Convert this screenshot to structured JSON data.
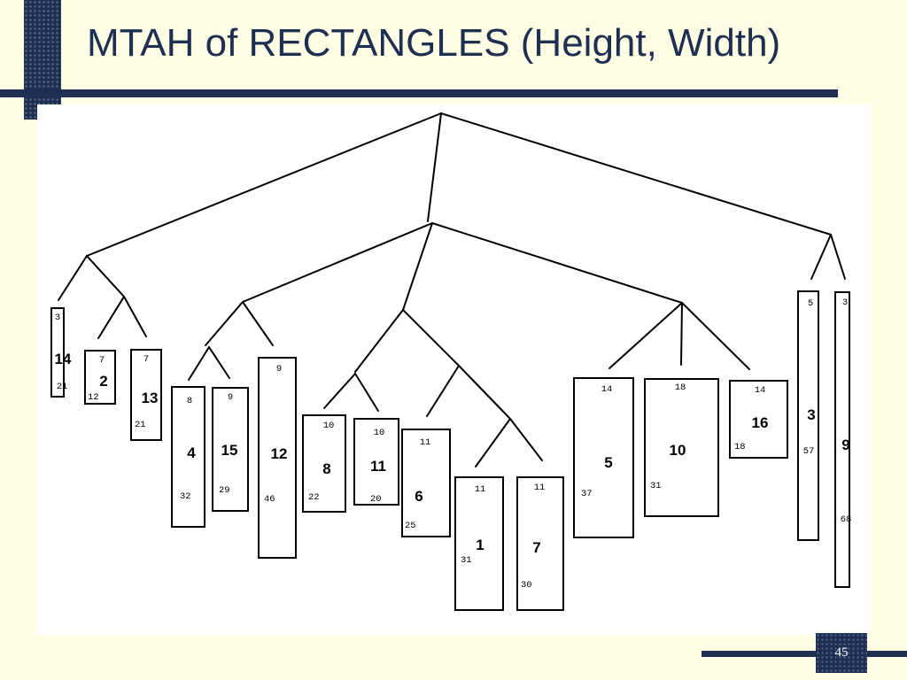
{
  "slide": {
    "title": "MTAH of RECTANGLES (Height, Width)",
    "page_number": "45",
    "colors": {
      "background": "#FFFFE5",
      "accent": "#1F2F52",
      "panel": "#FFFFFF"
    }
  },
  "rectangles": [
    {
      "id": "14",
      "height": "3",
      "width": "21"
    },
    {
      "id": "2",
      "height": "7",
      "width": "12"
    },
    {
      "id": "13",
      "height": "7",
      "width": "21"
    },
    {
      "id": "4",
      "height": "8",
      "width": "32"
    },
    {
      "id": "15",
      "height": "9",
      "width": "29"
    },
    {
      "id": "12",
      "height": "9",
      "width": "46"
    },
    {
      "id": "8",
      "height": "10",
      "width": "22"
    },
    {
      "id": "11",
      "height": "10",
      "width": "20"
    },
    {
      "id": "6",
      "height": "11",
      "width": "25"
    },
    {
      "id": "1",
      "height": "11",
      "width": "31"
    },
    {
      "id": "7",
      "height": "11",
      "width": "30"
    },
    {
      "id": "5",
      "height": "14",
      "width": "37"
    },
    {
      "id": "10",
      "height": "18",
      "width": "31"
    },
    {
      "id": "16",
      "height": "14",
      "width": "18"
    },
    {
      "id": "3",
      "height": "5",
      "width": "57"
    },
    {
      "id": "9",
      "height": "3",
      "width": "68"
    }
  ]
}
